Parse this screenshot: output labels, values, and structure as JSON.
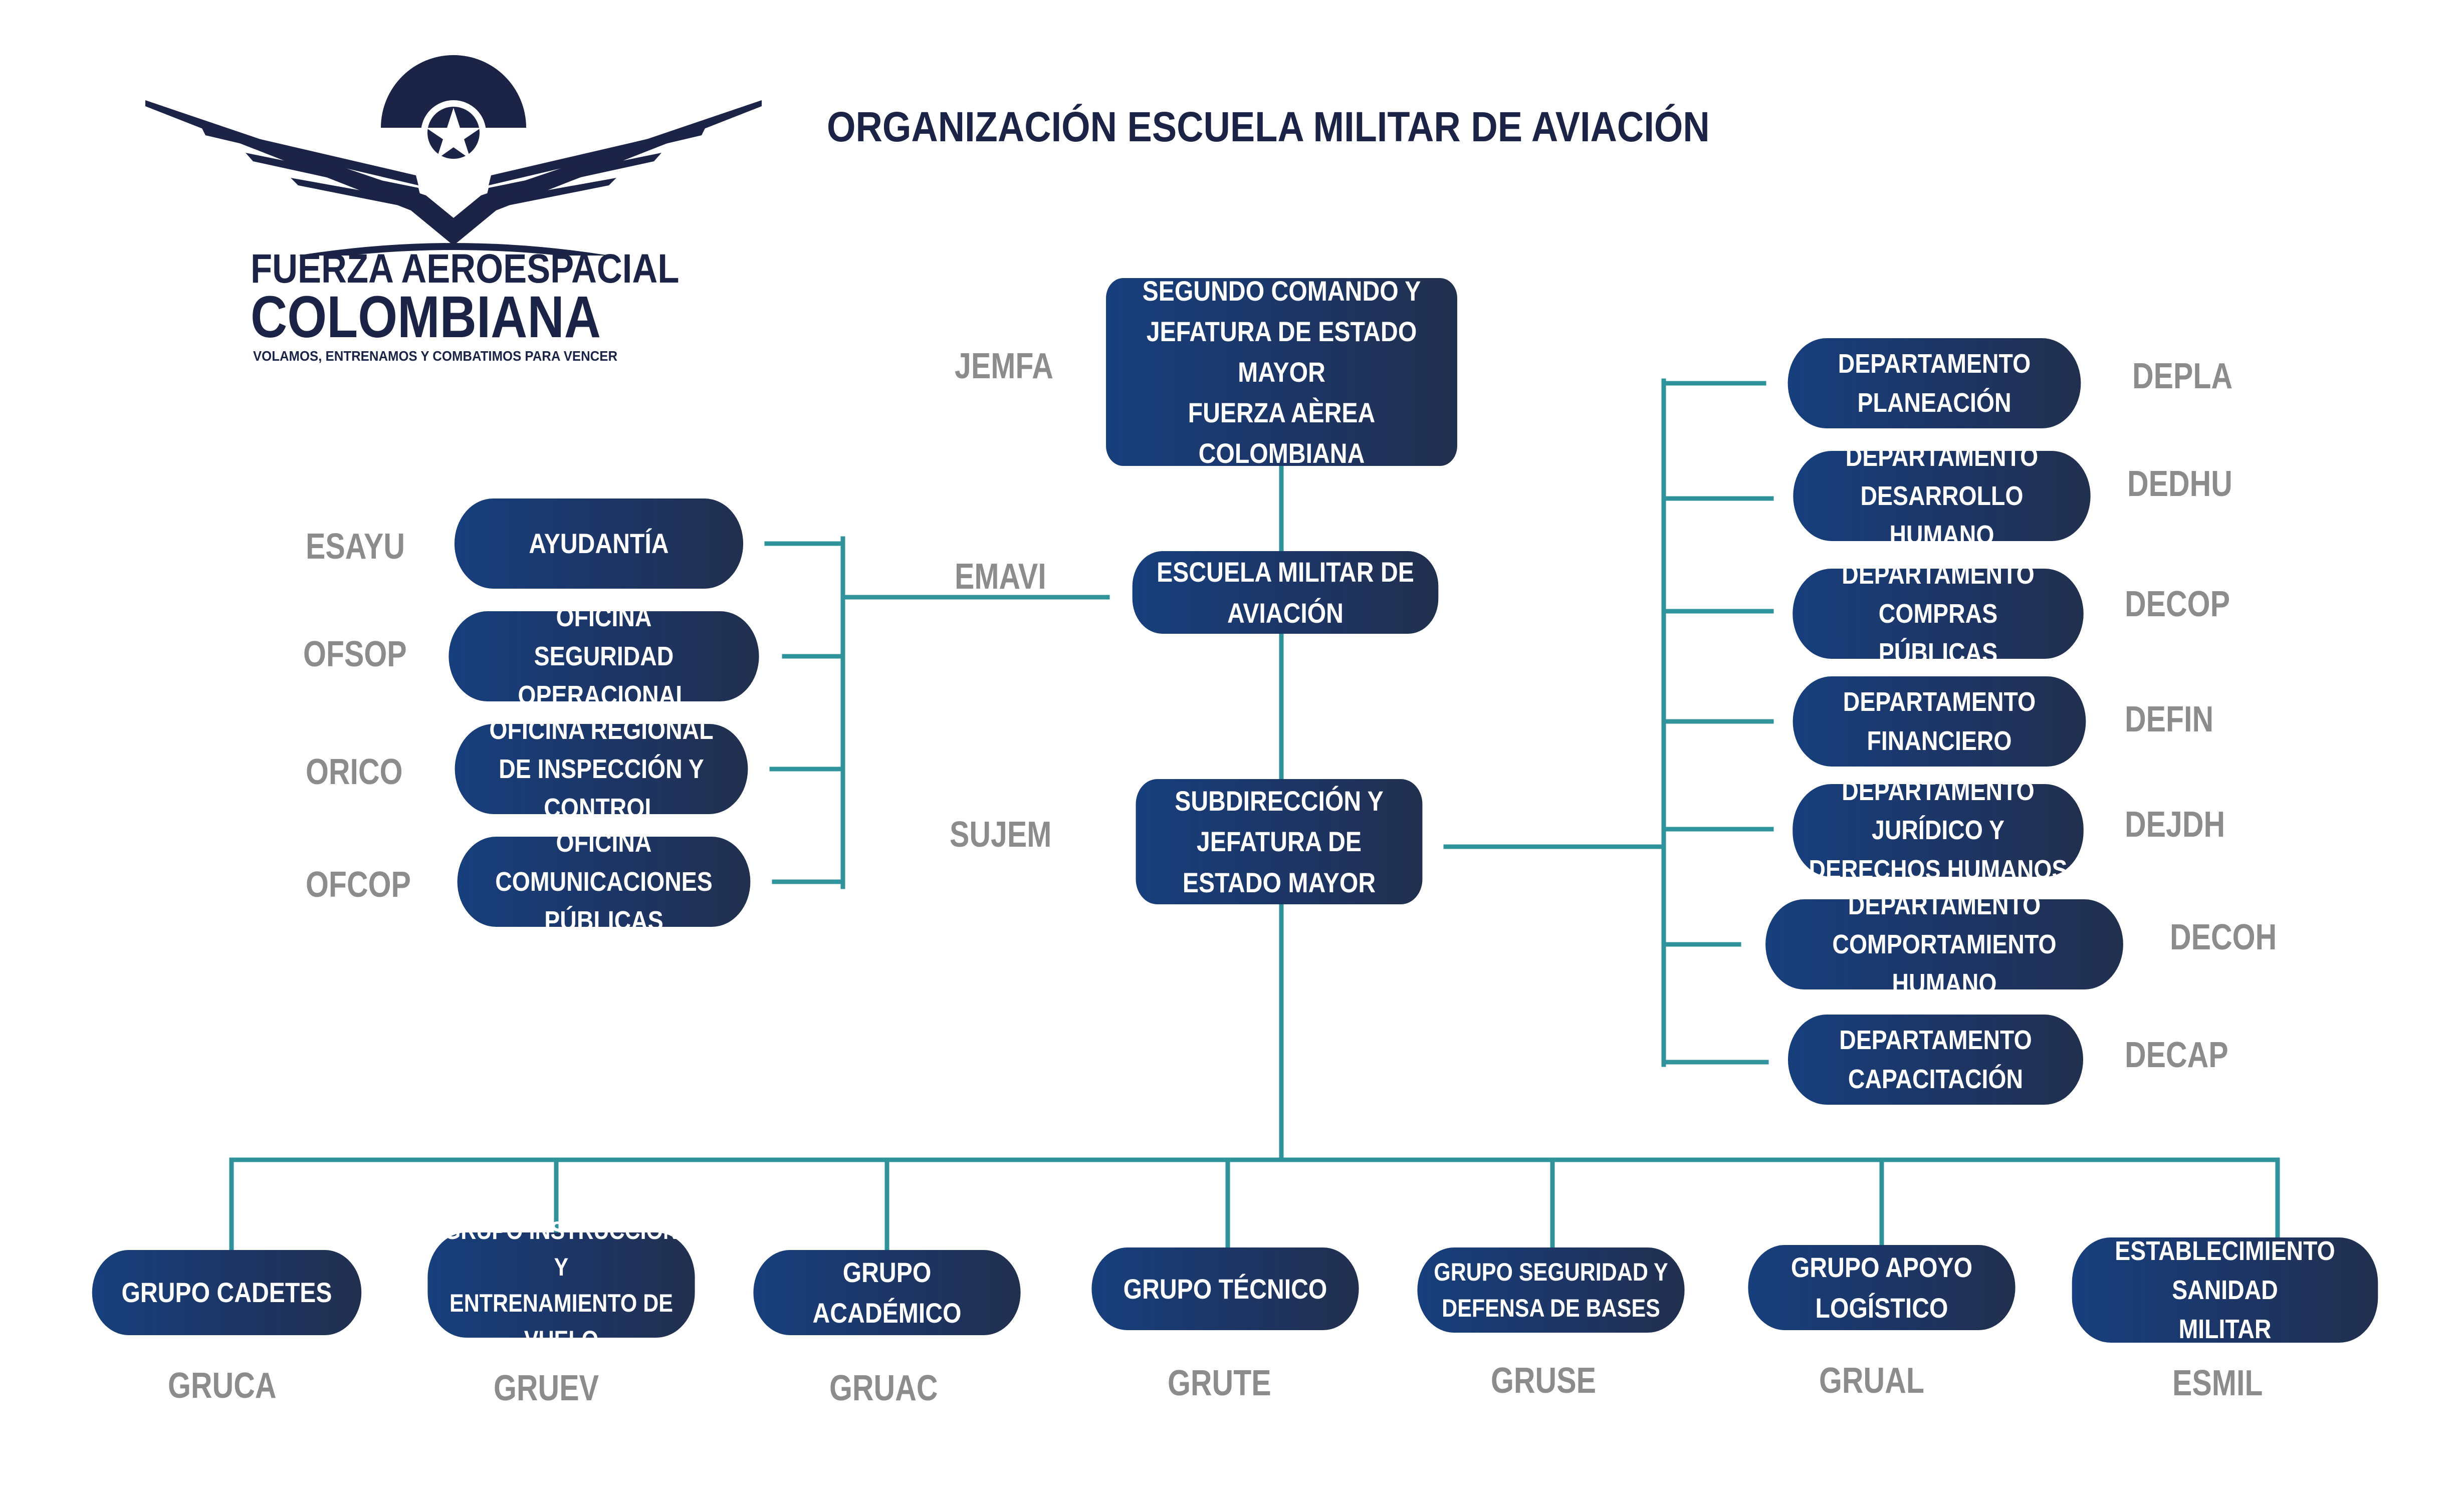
{
  "title": "ORGANIZACIÓN ESCUELA MILITAR DE AVIACIÓN",
  "logo": {
    "line1": "FUERZA AEROESPACIAL",
    "line2": "COLOMBIANA",
    "motto": "VOLAMOS, ENTRENAMOS Y COMBATIMOS PARA VENCER"
  },
  "colors": {
    "node_fill": "#1d3565",
    "connector": "#2f939c",
    "abbr_text": "#8c8c8c",
    "title_text": "#1b2346"
  },
  "nodes": {
    "jemfa": {
      "label": "SEGUNDO COMANDO Y\nJEFATURA DE ESTADO MAYOR\nFUERZA AÈREA COLOMBIANA",
      "abbr": "JEMFA"
    },
    "emavi": {
      "label": "ESCUELA MILITAR DE AVIACIÓN",
      "abbr": "EMAVI"
    },
    "sujem": {
      "label": "SUBDIRECCIÓN Y\nJEFATURA DE ESTADO MAYOR",
      "abbr": "SUJEM"
    },
    "esayu": {
      "label": "AYUDANTÍA",
      "abbr": "ESAYU"
    },
    "ofsop": {
      "label": "OFICINA\nSEGURIDAD OPERACIONAL",
      "abbr": "OFSOP"
    },
    "orico": {
      "label": "OFICINA REGIONAL\nDE INSPECCIÓN Y CONTROL",
      "abbr": "ORICO"
    },
    "ofcop": {
      "label": "OFICINA\nCOMUNICACIONES PÚBLICAS",
      "abbr": "OFCOP"
    },
    "depla": {
      "label": "DEPARTAMENTO PLANEACIÓN",
      "abbr": "DEPLA"
    },
    "dedhu": {
      "label": "DEPARTAMENTO DESARROLLO\nHUMANO",
      "abbr": "DEDHU"
    },
    "decop": {
      "label": "DEPARTAMENTO COMPRAS\nPÚBLICAS",
      "abbr": "DECOP"
    },
    "defin": {
      "label": "DEPARTAMENTO FINANCIERO",
      "abbr": "DEFIN"
    },
    "dejdh": {
      "label": "DEPARTAMENTO JURÍDICO Y\nDERECHOS HUMANOS",
      "abbr": "DEJDH"
    },
    "decoh": {
      "label": "DEPARTAMENTO COMPORTAMIENTO\nHUMANO",
      "abbr": "DECOH"
    },
    "decap": {
      "label": "DEPARTAMENTO CAPACITACIÓN",
      "abbr": "DECAP"
    },
    "gruca": {
      "label": "GRUPO CADETES",
      "abbr": "GRUCA"
    },
    "gruev": {
      "label": "GRUPO INSTRUCCIÓN Y\nENTRENAMIENTO DE VUELO",
      "abbr": "GRUEV"
    },
    "gruac": {
      "label": "GRUPO ACADÉMICO",
      "abbr": "GRUAC"
    },
    "grute": {
      "label": "GRUPO TÉCNICO",
      "abbr": "GRUTE"
    },
    "gruse": {
      "label": "GRUPO SEGURIDAD Y\nDEFENSA DE BASES",
      "abbr": "GRUSE"
    },
    "grual": {
      "label": "GRUPO APOYO LOGÍSTICO",
      "abbr": "GRUAL"
    },
    "esmil": {
      "label": "ESTABLECIMIENTO SANIDAD\nMILITAR",
      "abbr": "ESMIL"
    }
  }
}
